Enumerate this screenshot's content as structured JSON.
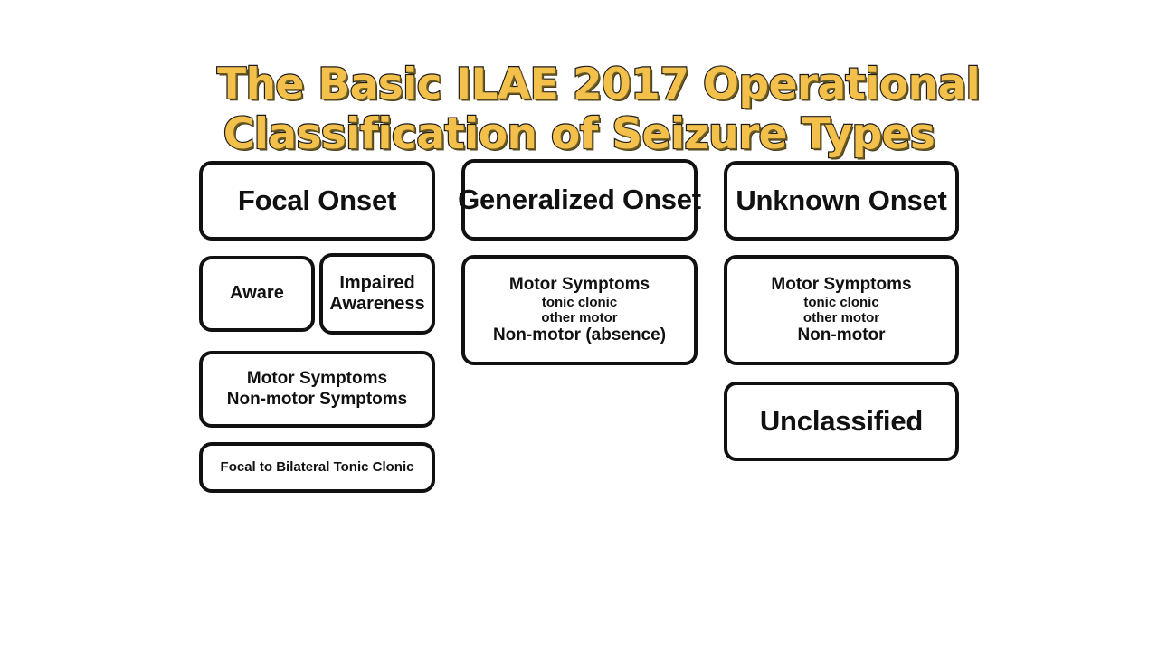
{
  "title": {
    "line1": "The Basic ILAE 2017 Operational",
    "line2": "Classification of Seizure Types",
    "color": "#F3C04C",
    "outline_color": "#1a1a1a"
  },
  "colors": {
    "background": "#FFFFFF",
    "box_border": "#111111",
    "box_fill": "#FFFFFF",
    "text": "#111111",
    "title_fill": "#F3C04C"
  },
  "columns": [
    {
      "id": "focal",
      "header": "Focal Onset",
      "boxes": [
        {
          "id": "aware",
          "lines": [
            "Aware"
          ]
        },
        {
          "id": "impaired",
          "lines": [
            "Impaired",
            "Awareness"
          ]
        },
        {
          "id": "focal-symptoms",
          "lines": [
            "Motor Symptoms",
            "Non-motor Symptoms"
          ]
        },
        {
          "id": "focal-bilateral",
          "lines": [
            "Focal to Bilateral Tonic Clonic"
          ]
        }
      ]
    },
    {
      "id": "generalized",
      "header": "Generalized Onset",
      "boxes": [
        {
          "id": "gen-symptoms",
          "lines": [
            "Motor Symptoms",
            "tonic clonic",
            "other motor",
            "Non-motor (absence)"
          ]
        }
      ]
    },
    {
      "id": "unknown",
      "header": "Unknown Onset",
      "boxes": [
        {
          "id": "unk-symptoms",
          "lines": [
            "Motor Symptoms",
            "tonic clonic",
            "other motor",
            "Non-motor"
          ]
        },
        {
          "id": "unclassified",
          "lines": [
            "Unclassified"
          ]
        }
      ]
    }
  ]
}
